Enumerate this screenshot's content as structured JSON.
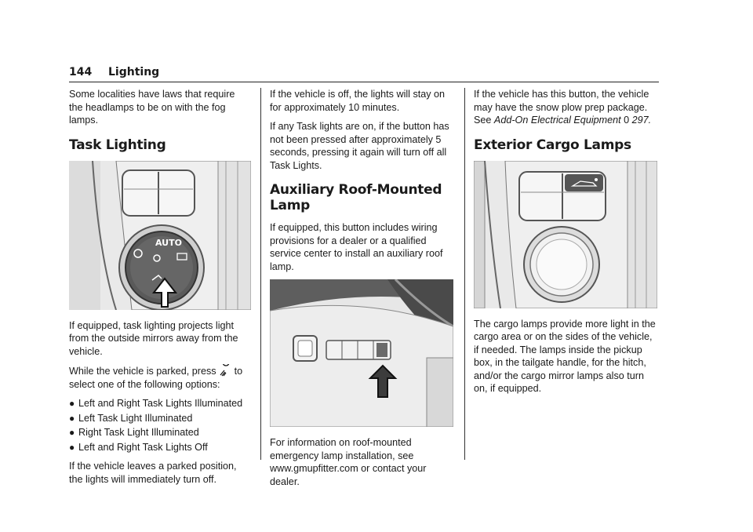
{
  "header": {
    "page_number": "144",
    "section": "Lighting"
  },
  "col1": {
    "intro": "Some localities have laws that require the headlamps to be on with the fog lamps.",
    "heading": "Task Lighting",
    "figure_label": "AUTO",
    "p1": "If equipped, task lighting projects light from the outside mirrors away from the vehicle.",
    "p2_before": "While the vehicle is parked, press",
    "p2_after": "to select one of the following options:",
    "options": [
      "Left and Right Task Lights Illuminated",
      "Left Task Light Illuminated",
      "Right Task Light Illuminated",
      "Left and Right Task Lights Off"
    ],
    "p3": "If the vehicle leaves a parked position, the lights will immediately turn off."
  },
  "col2": {
    "p1": "If the vehicle is off, the lights will stay on for approximately 10 minutes.",
    "p2": "If any Task lights are on, if the button has not been pressed after approximately 5 seconds, pressing it again will turn off all Task Lights.",
    "heading": "Auxiliary Roof-Mounted Lamp",
    "p3": "If equipped, this button includes wiring provisions for a dealer or a qualified service center to install an auxiliary roof lamp.",
    "p4": "For information on roof-mounted emergency lamp installation, see www.gmupfitter.com or contact your dealer."
  },
  "col3": {
    "p1": "If the vehicle has this button, the vehicle may have the snow plow prep package. See",
    "link_text": "Add-On Electrical Equipment",
    "link_arrow": "0",
    "link_page": "297.",
    "heading": "Exterior Cargo Lamps",
    "p2": "The cargo lamps provide more light in the cargo area or on the sides of the vehicle, if needed. The lamps inside the pickup box, in the tailgate handle, for the hitch, and/or the cargo mirror lamps also turn on, if equipped."
  },
  "colors": {
    "figure_bg": "#e6e6e6",
    "figure_dark": "#4a4a4a",
    "text": "#1a1a1a"
  }
}
